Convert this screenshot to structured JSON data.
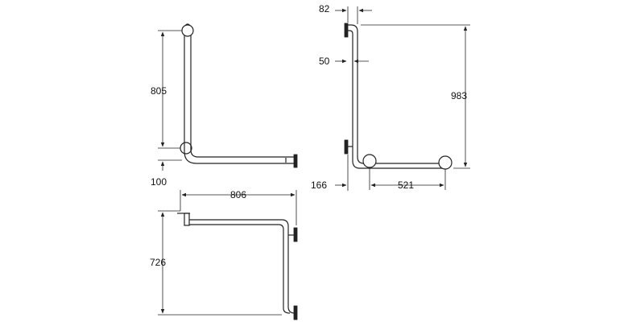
{
  "views": {
    "top_left": {
      "vertical_height": "805",
      "bottom_offset": "100"
    },
    "bottom_left": {
      "horizontal_length": "806",
      "vertical_height": "726"
    },
    "right": {
      "wall_offset": "82",
      "bar_offset": "50",
      "overall_height": "983",
      "floor_offset": "166",
      "horizontal_length": "521"
    }
  },
  "colors": {
    "line": "#222222",
    "background": "#ffffff"
  }
}
